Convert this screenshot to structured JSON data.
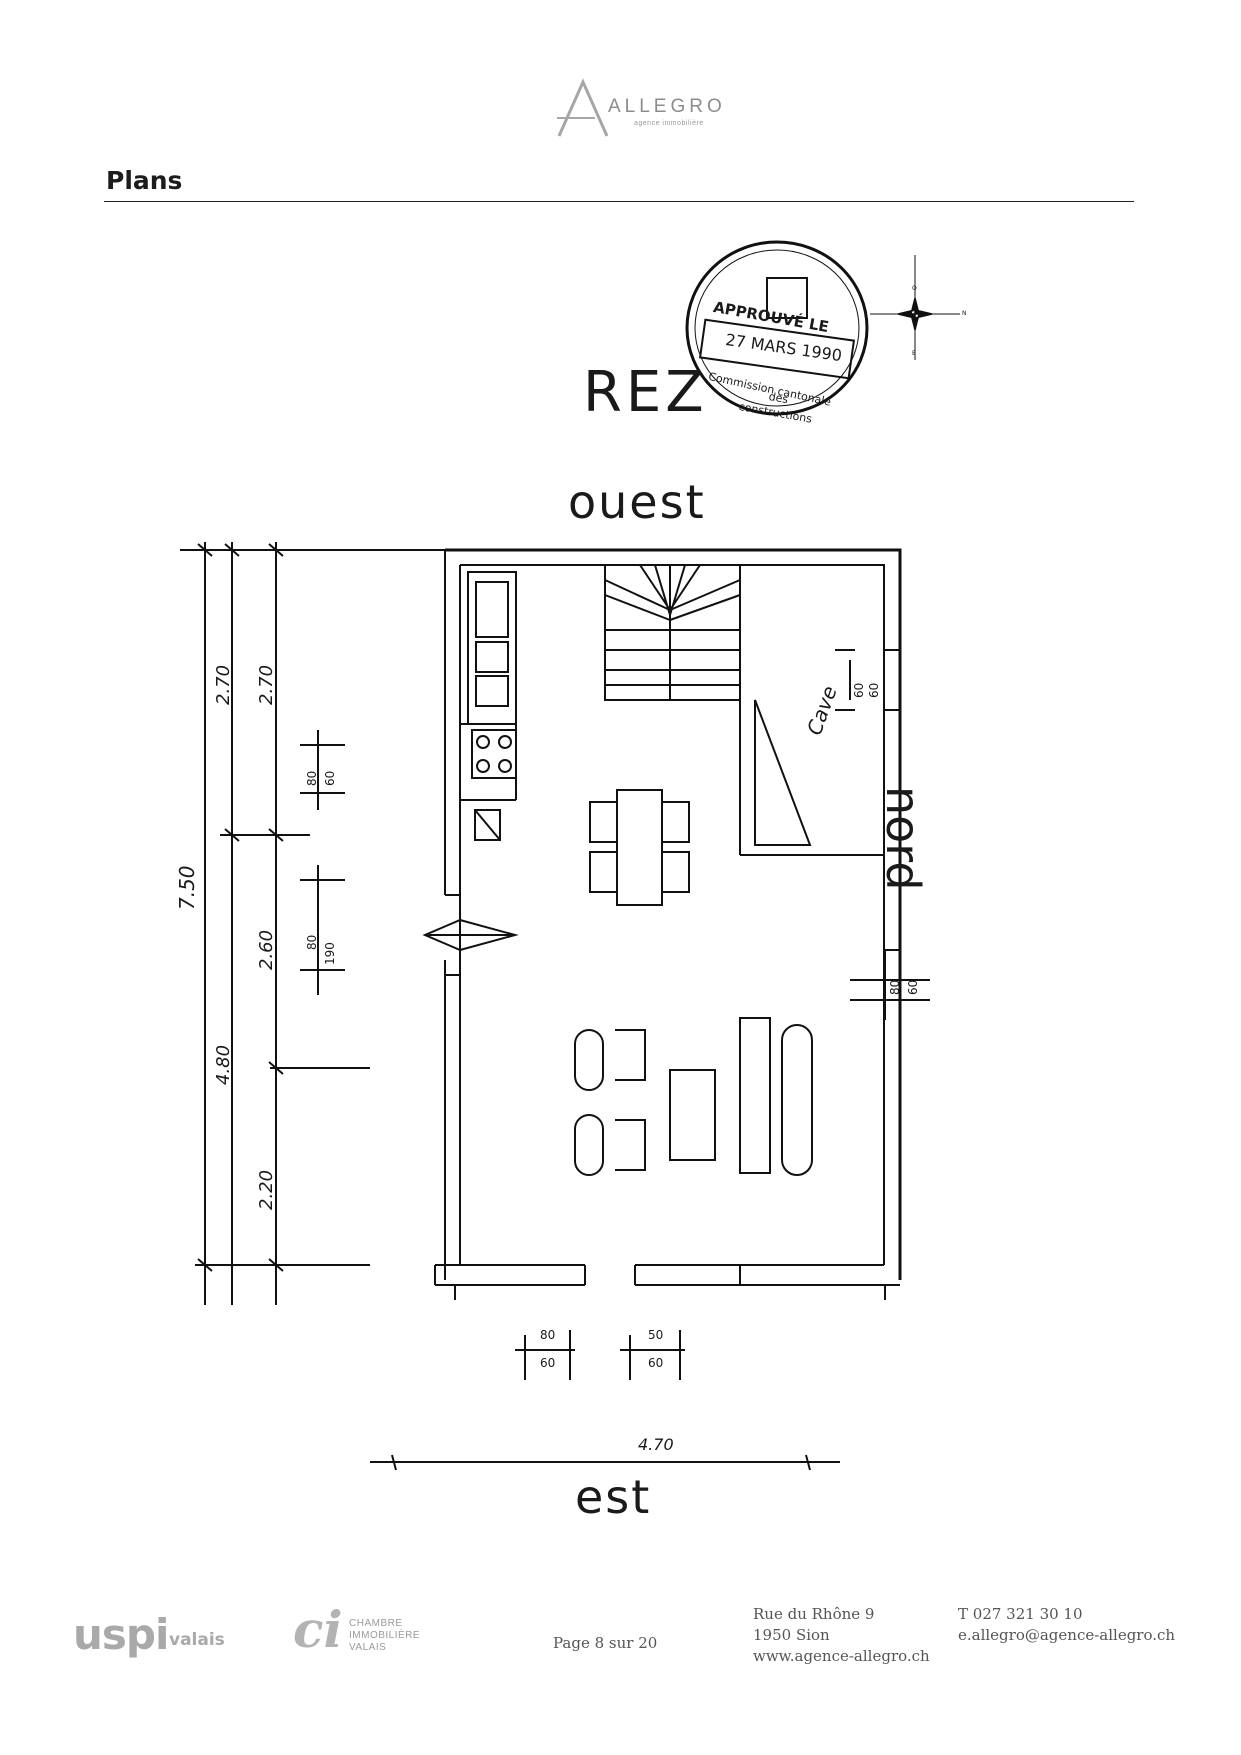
{
  "header": {
    "brand": "ALLEGRO",
    "tagline": "agence immobilière",
    "section_title": "Plans"
  },
  "plan": {
    "title": "REZ",
    "orientations": {
      "top": "ouest",
      "bottom": "est",
      "right": "nord"
    },
    "room_label": "Cave",
    "dimensions": {
      "total_height": "7.50",
      "upper_a": "2.70",
      "upper_b": "2.70",
      "middle": "2.60",
      "lower_left": "4.80",
      "lower": "2.20",
      "width": "4.70",
      "win_l_a": "80",
      "win_l_b": "60",
      "door_a": "80",
      "door_b": "190",
      "win_r1_a": "60",
      "win_r1_b": "60",
      "win_r2_a": "80",
      "win_r2_b": "60",
      "win_b1_a": "80",
      "win_b1_b": "60",
      "win_b2_a": "50",
      "win_b2_b": "60"
    },
    "stamp": {
      "line1": "APPROUVÉ LE",
      "date": "27 MARS 1990",
      "line2": "Commission cantonale",
      "line3": "des",
      "line4": "constructions"
    },
    "compass": {
      "n": "N",
      "o": "O",
      "e": "E"
    }
  },
  "footer": {
    "uspi": "uspi",
    "uspi_sub": "valais",
    "ci_mark": "ci",
    "ci_line1": "CHAMBRE",
    "ci_line2": "IMMOBILIÈRE",
    "ci_line3": "VALAIS",
    "page": "Page 8 sur 20",
    "address_line1": "Rue du Rhône 9",
    "address_line2": "1950 Sion",
    "address_line3": "www.agence-allegro.ch",
    "phone": "T 027 321 30 10",
    "email": "e.allegro@agence-allegro.ch"
  }
}
